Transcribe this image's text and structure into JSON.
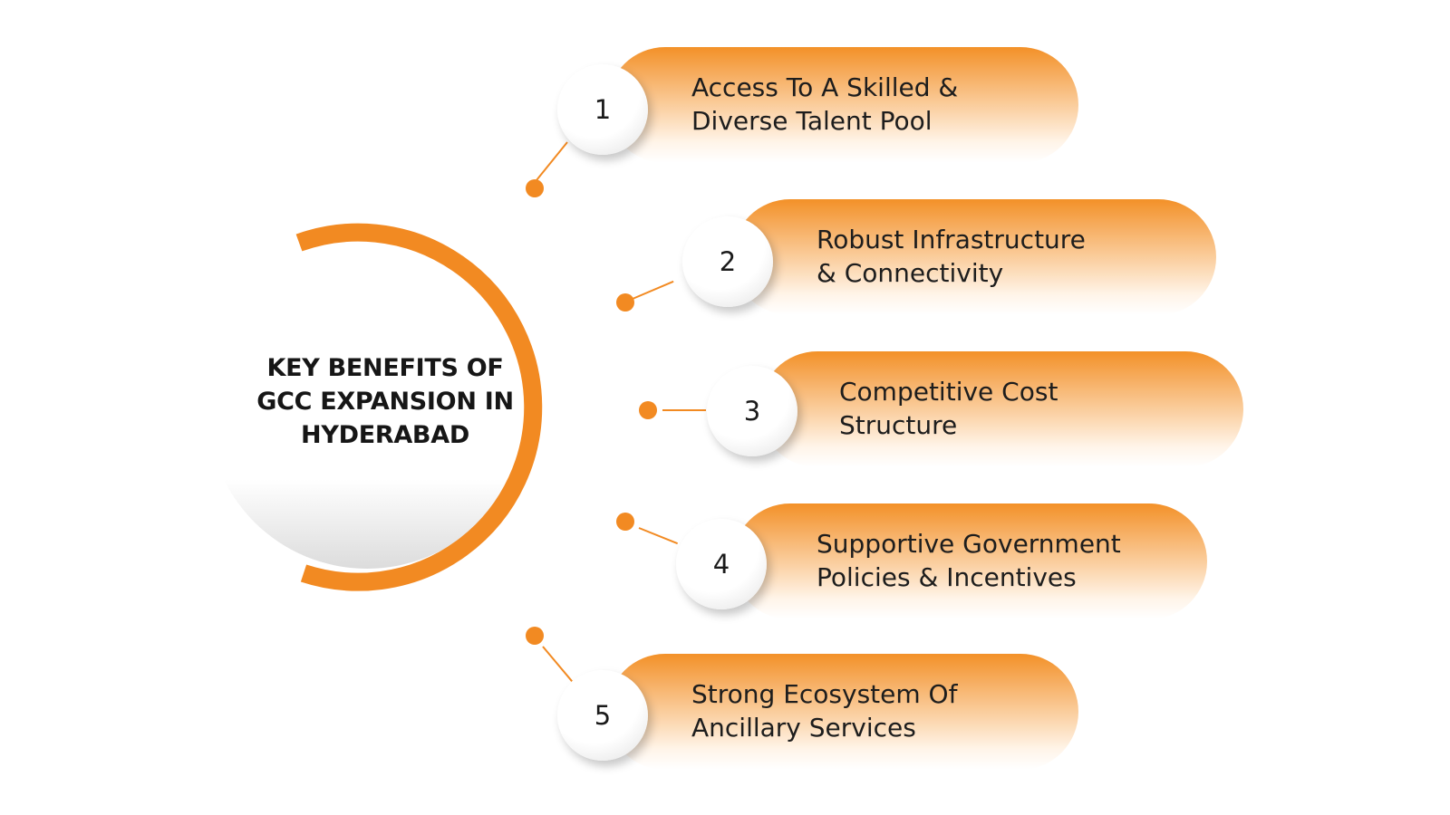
{
  "hub": {
    "title": "KEY BENEFITS OF GCC EXPANSION IN HYDERABAD"
  },
  "items": [
    {
      "number": "1",
      "text": "Access To A Skilled &\nDiverse Talent Pool"
    },
    {
      "number": "2",
      "text": "Robust Infrastructure\n& Connectivity"
    },
    {
      "number": "3",
      "text": "Competitive Cost\nStructure"
    },
    {
      "number": "4",
      "text": "Supportive Government\nPolicies & Incentives"
    },
    {
      "number": "5",
      "text": "Strong Ecosystem Of\nAncillary Services"
    }
  ],
  "colors": {
    "accent": "#f28a22",
    "text": "#161616"
  }
}
